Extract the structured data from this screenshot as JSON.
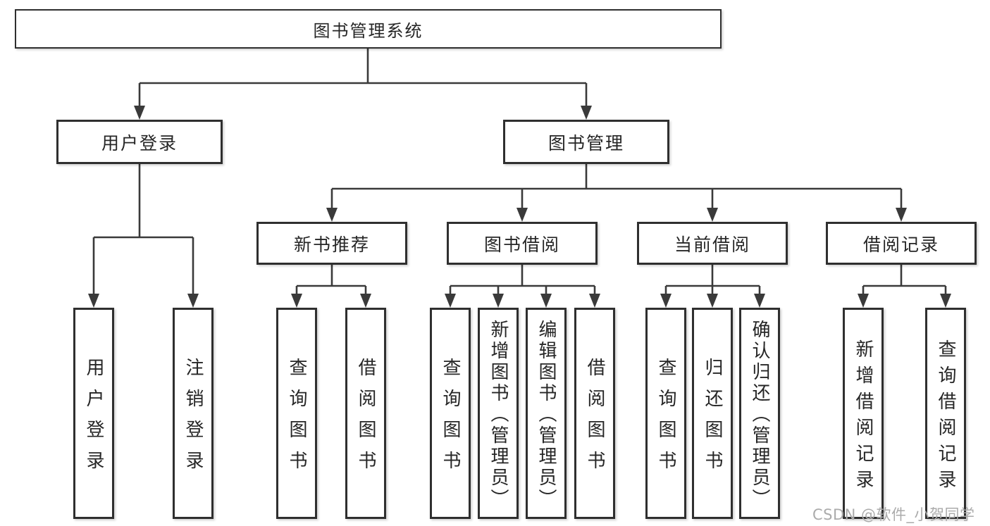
{
  "tree": {
    "label": "图书管理系统",
    "children": [
      {
        "label": "用户登录",
        "children": [
          {
            "label": "用户登录"
          },
          {
            "label": "注销登录"
          }
        ]
      },
      {
        "label": "图书管理",
        "children": [
          {
            "label": "新书推荐",
            "children": [
              {
                "label": "查询图书"
              },
              {
                "label": "借阅图书"
              }
            ]
          },
          {
            "label": "图书借阅",
            "children": [
              {
                "label": "查询图书"
              },
              {
                "label": "新增图书（管理员）"
              },
              {
                "label": "编辑图书（管理员）"
              },
              {
                "label": "借阅图书"
              }
            ]
          },
          {
            "label": "当前借阅",
            "children": [
              {
                "label": "查询图书"
              },
              {
                "label": "归还图书"
              },
              {
                "label": "确认归还（管理员）"
              }
            ]
          },
          {
            "label": "借阅记录",
            "children": [
              {
                "label": "新增借阅记录"
              },
              {
                "label": "查询借阅记录"
              }
            ]
          }
        ]
      }
    ]
  },
  "colors": {
    "line": "#3a3a3a",
    "border": "#2f2f2f",
    "text": "#262626",
    "watermark": "#ababab"
  },
  "watermark": {
    "text": "CSDN @软件_小贺同学"
  }
}
